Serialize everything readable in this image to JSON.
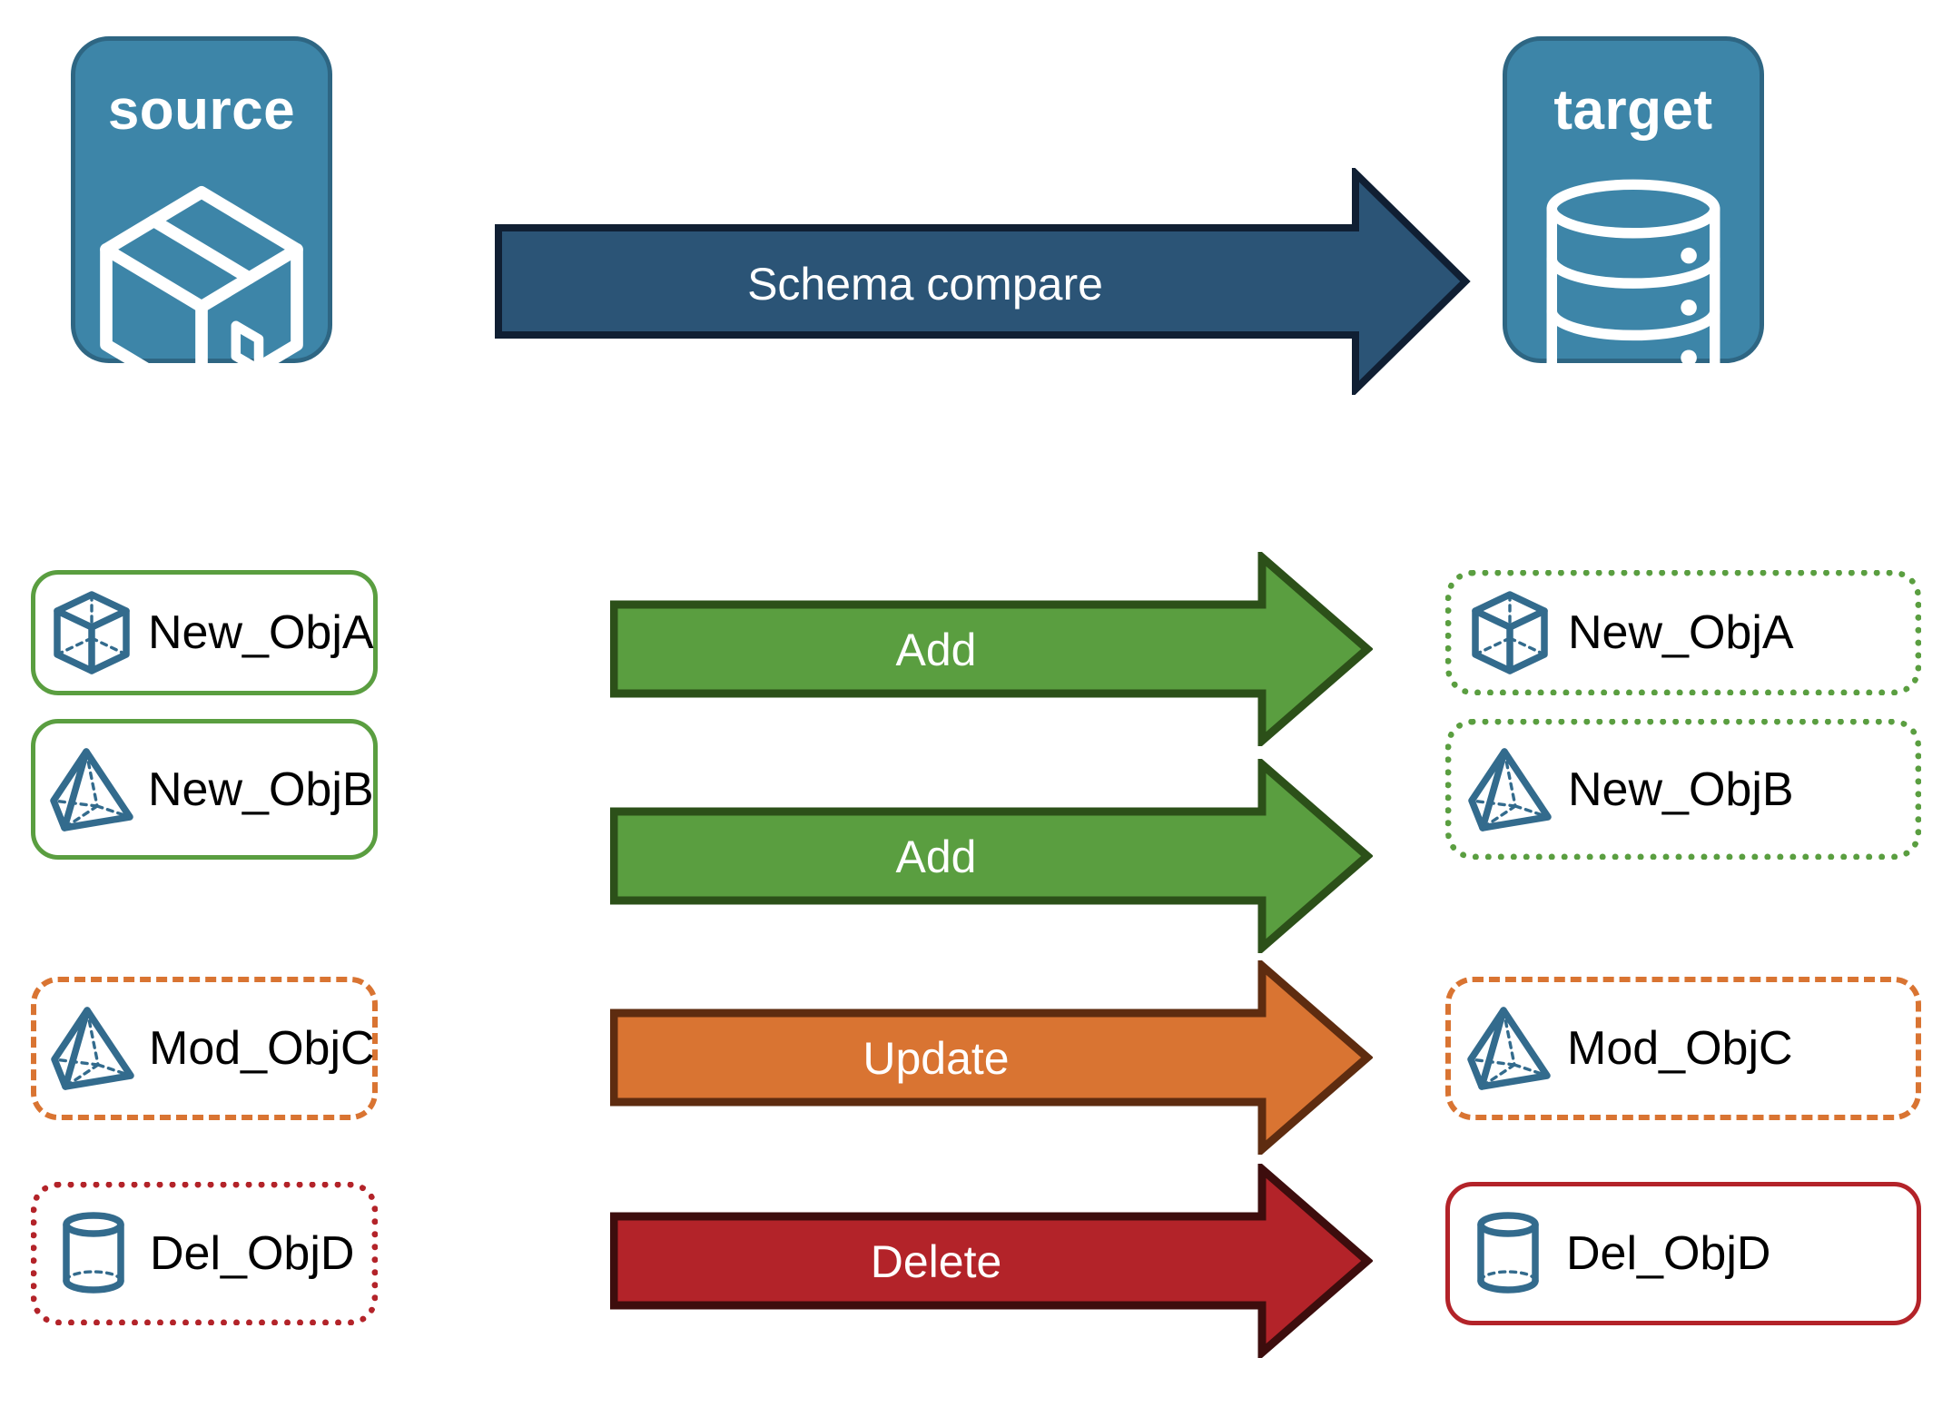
{
  "diagram": {
    "title": "Schema compare",
    "source": {
      "label": "source",
      "icon": "package-box-icon",
      "fill": "#3d85a8",
      "stroke": "#2e6683"
    },
    "target": {
      "label": "target",
      "icon": "database-cylinder-icon",
      "fill": "#3d85a8",
      "stroke": "#2e6683"
    },
    "main_arrow": {
      "label": "Schema compare",
      "fill": "#2b5476",
      "stroke": "#101f33"
    },
    "rows": [
      {
        "action": "Add",
        "arrow_fill": "#5a9e40",
        "arrow_stroke": "#2c5019",
        "source": {
          "label": "New_ObjA",
          "icon": "wireframe-cube-icon",
          "border_style": "solid",
          "border_color": "#5a9e40"
        },
        "target": {
          "label": "New_ObjA",
          "icon": "wireframe-cube-icon",
          "border_style": "dotted",
          "border_color": "#5a9e40"
        }
      },
      {
        "action": "Add",
        "arrow_fill": "#5a9e40",
        "arrow_stroke": "#2c5019",
        "source": {
          "label": "New_ObjB",
          "icon": "wireframe-pyramid-icon",
          "border_style": "solid",
          "border_color": "#5a9e40"
        },
        "target": {
          "label": "New_ObjB",
          "icon": "wireframe-pyramid-icon",
          "border_style": "dotted",
          "border_color": "#5a9e40"
        }
      },
      {
        "action": "Update",
        "arrow_fill": "#d97432",
        "arrow_stroke": "#5e2c10",
        "source": {
          "label": "Mod_ObjC",
          "icon": "wireframe-pyramid-icon",
          "border_style": "dashed",
          "border_color": "#d97432"
        },
        "target": {
          "label": "Mod_ObjC",
          "icon": "wireframe-pyramid-icon",
          "border_style": "dashed",
          "border_color": "#d97432"
        }
      },
      {
        "action": "Delete",
        "arrow_fill": "#b32329",
        "arrow_stroke": "#3d0d0d",
        "source": {
          "label": "Del_ObjD",
          "icon": "wireframe-cylinder-icon",
          "border_style": "dotted",
          "border_color": "#b32329"
        },
        "target": {
          "label": "Del_ObjD",
          "icon": "wireframe-cylinder-icon",
          "border_style": "solid",
          "border_color": "#b32329"
        }
      }
    ],
    "icon_stroke": "#336b8d"
  }
}
